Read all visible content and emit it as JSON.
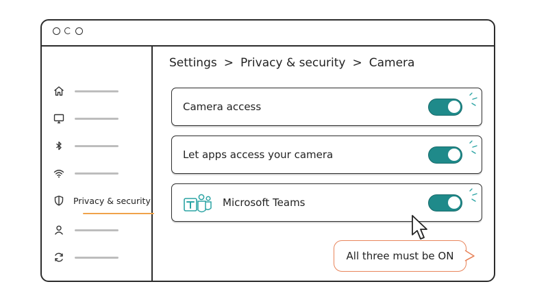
{
  "window": {
    "breadcrumb": [
      "Settings",
      ">",
      "Privacy & security",
      ">",
      "Camera"
    ]
  },
  "sidebar": {
    "items": [
      {
        "icon": "home-icon",
        "label": ""
      },
      {
        "icon": "monitor-icon",
        "label": ""
      },
      {
        "icon": "bluetooth-icon",
        "label": ""
      },
      {
        "icon": "wifi-icon",
        "label": ""
      },
      {
        "icon": "shield-icon",
        "label": "Privacy & security",
        "active": true
      },
      {
        "icon": "user-icon",
        "label": ""
      },
      {
        "icon": "sync-icon",
        "label": ""
      }
    ]
  },
  "settings": [
    {
      "label": "Camera access",
      "on": true
    },
    {
      "label": "Let apps access your camera",
      "on": true
    },
    {
      "label": "Microsoft Teams",
      "icon": "teams-icon",
      "on": true
    }
  ],
  "callout": {
    "text": "All three must be ON"
  },
  "colors": {
    "toggle_on": "#1f8a8a",
    "active_underline": "#f0a24a",
    "callout_border": "#e8845a"
  }
}
